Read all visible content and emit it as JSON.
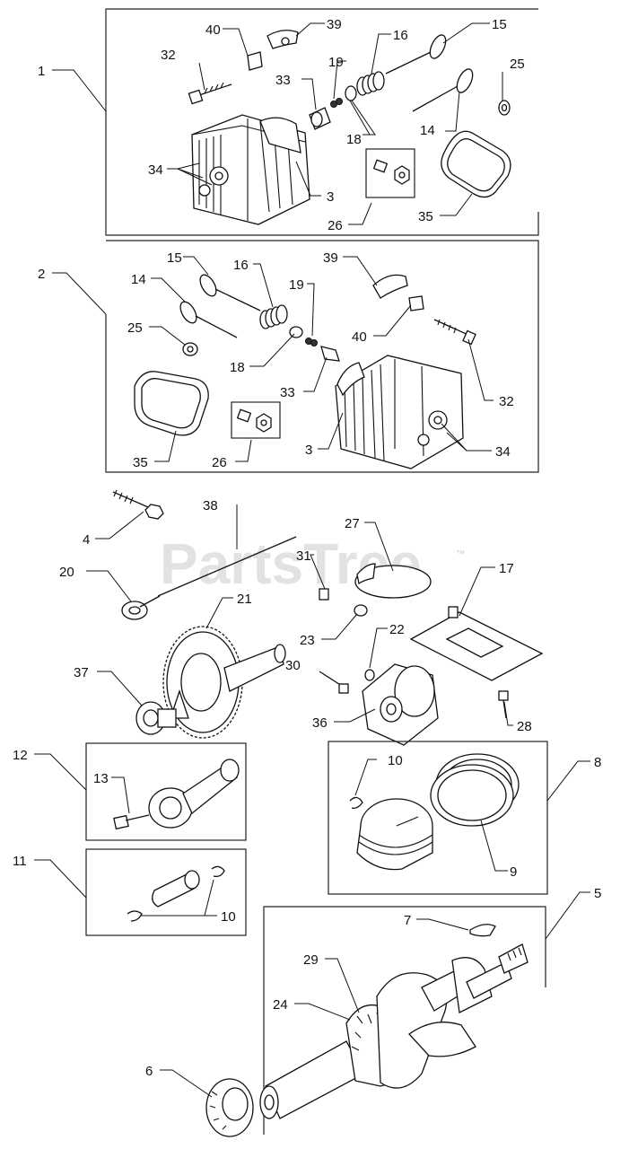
{
  "watermark": {
    "text": "PartsTree",
    "trademark": "™"
  },
  "callouts": {
    "c1": "1",
    "c2": "2",
    "c3a": "3",
    "c3b": "3",
    "c4": "4",
    "c5": "5",
    "c6": "6",
    "c7": "7",
    "c8": "8",
    "c9": "9",
    "c10a": "10",
    "c10b": "10",
    "c11": "11",
    "c12": "12",
    "c13": "13",
    "c14a": "14",
    "c14b": "14",
    "c15a": "15",
    "c15b": "15",
    "c16a": "16",
    "c16b": "16",
    "c17": "17",
    "c18a": "18",
    "c18b": "18",
    "c19a": "19",
    "c19b": "19",
    "c20": "20",
    "c21": "21",
    "c22": "22",
    "c23": "23",
    "c24": "24",
    "c25a": "25",
    "c25b": "25",
    "c26a": "26",
    "c26b": "26",
    "c27": "27",
    "c28": "28",
    "c29": "29",
    "c30": "30",
    "c31": "31",
    "c32a": "32",
    "c32b": "32",
    "c33a": "33",
    "c33b": "33",
    "c34a": "34",
    "c34b": "34",
    "c35a": "35",
    "c35b": "35",
    "c36": "36",
    "c37": "37",
    "c38": "38",
    "c39a": "39",
    "c39b": "39",
    "c40a": "40",
    "c40b": "40"
  }
}
